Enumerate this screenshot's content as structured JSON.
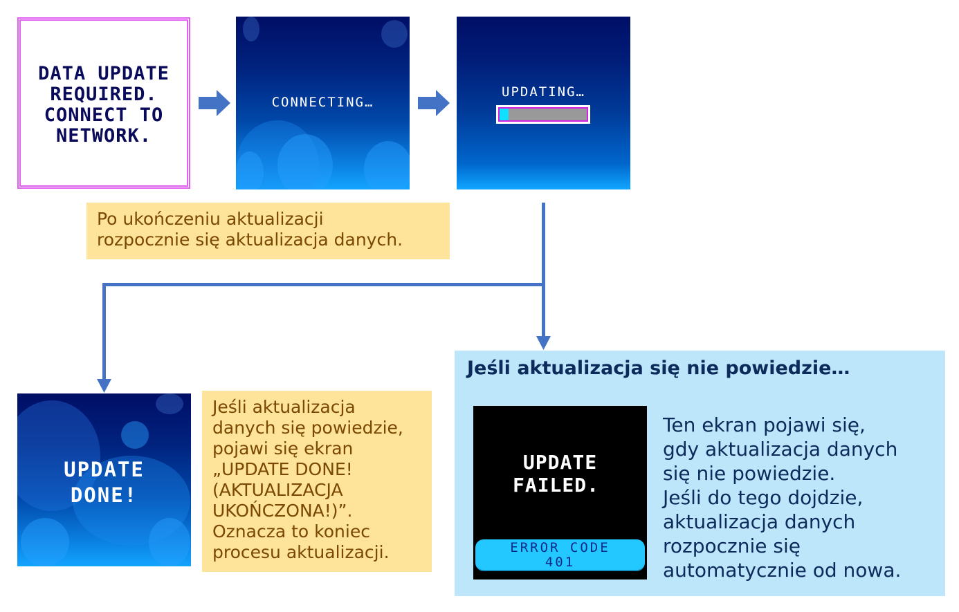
{
  "screens": {
    "required": {
      "text": [
        "DATA UPDATE",
        "REQUIRED.",
        "CONNECT TO",
        "NETWORK."
      ]
    },
    "connecting": {
      "text": "CONNECTING…"
    },
    "updating": {
      "text": "UPDATING…",
      "progress_percent": 10
    },
    "done": {
      "text": [
        "UPDATE",
        "DONE!"
      ]
    },
    "failed": {
      "text": [
        "UPDATE",
        "FAILED."
      ],
      "error_label": "ERROR CODE",
      "error_code": "401"
    }
  },
  "notes": {
    "after_update": [
      "Po ukończeniu aktualizacji",
      "rozpocznie się aktualizacja danych."
    ],
    "success": [
      "Jeśli aktualizacja",
      "danych się powiedzie,",
      "pojawi się ekran",
      "„UPDATE DONE!",
      "(AKTUALIZACJA",
      "UKOŃCZONA!)”.",
      "Oznacza to koniec",
      "procesu aktualizacji."
    ]
  },
  "failure_panel": {
    "title": "Jeśli aktualizacja się nie powiedzie…",
    "description": [
      "Ten ekran pojawi się,",
      "gdy aktualizacja danych",
      "się nie powiedzie.",
      "Jeśli do tego dojdzie,",
      "aktualizacja danych",
      "rozpocznie się",
      "automatycznie od nowa."
    ]
  },
  "colors": {
    "arrow": "#4472c4",
    "note_bg": "#fde49a",
    "panel_bg": "#bde6fb",
    "frame": "#e060f0"
  }
}
